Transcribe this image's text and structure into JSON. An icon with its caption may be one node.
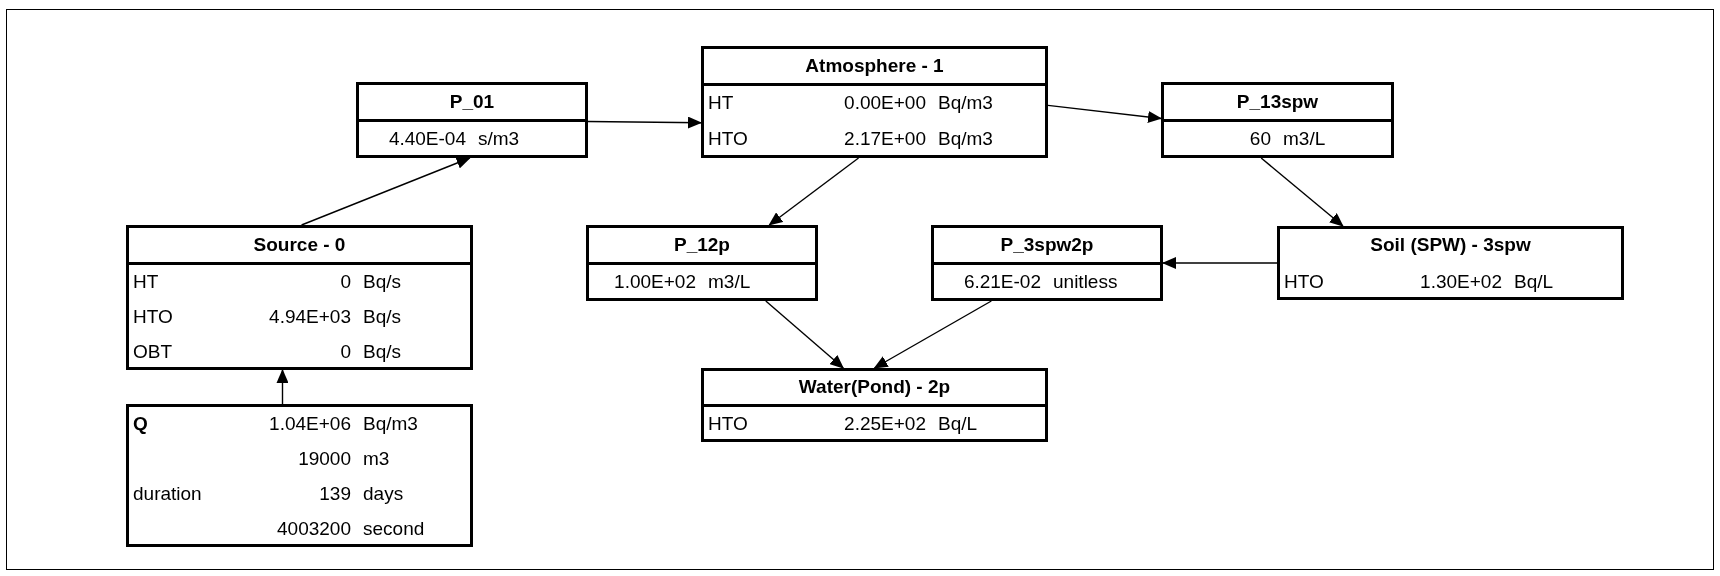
{
  "diagram": {
    "nodes": [
      {
        "text": [
          "Atmosphere - 1",
          "HT",
          "0.00E+00",
          "Bq/m3",
          "HTO",
          "2.17E+00",
          "Bq/m3"
        ]
      },
      {
        "text": [
          "P_01",
          "4.40E-04",
          "s/m3"
        ]
      },
      {
        "text": [
          "P_13spw",
          "60",
          "m3/L"
        ]
      },
      {
        "text": [
          "Source - 0",
          "HT",
          "0",
          "Bq/s",
          "HTO",
          "4.94E+03",
          "Bq/s",
          "OBT",
          "0",
          "Bq/s"
        ]
      },
      {
        "text": [
          "P_12p",
          "1.00E+02",
          "m3/L"
        ]
      },
      {
        "text": [
          "P_3spw2p",
          "6.21E-02",
          "unitless"
        ]
      },
      {
        "text": [
          "Soil (SPW) - 3spw",
          "HTO",
          "1.30E+02",
          "Bq/L"
        ]
      },
      {
        "text": [
          "Water(Pond) - 2p",
          "HTO",
          "2.25E+02",
          "Bq/L"
        ]
      },
      {
        "text": [
          "Q",
          "1.04E+06",
          "Bq/m3",
          "19000",
          "m3",
          "duration",
          "139",
          "days",
          "4003200",
          "second"
        ]
      }
    ],
    "edges": [
      {
        "from": 8,
        "to": 3,
        "arrow": "to"
      },
      {
        "from": 3,
        "to": 1,
        "arrow": "to"
      },
      {
        "from": 1,
        "to": 0,
        "arrow": "to"
      },
      {
        "from": 0,
        "to": 2,
        "arrow": "to"
      },
      {
        "from": 0,
        "to": 4,
        "arrow": "to"
      },
      {
        "from": 2,
        "to": 6,
        "arrow": "to"
      },
      {
        "from": 6,
        "to": 5,
        "arrow": "to"
      },
      {
        "from": 4,
        "to": 7,
        "arrow": "to"
      },
      {
        "from": 5,
        "to": 7,
        "arrow": "to"
      }
    ]
  }
}
